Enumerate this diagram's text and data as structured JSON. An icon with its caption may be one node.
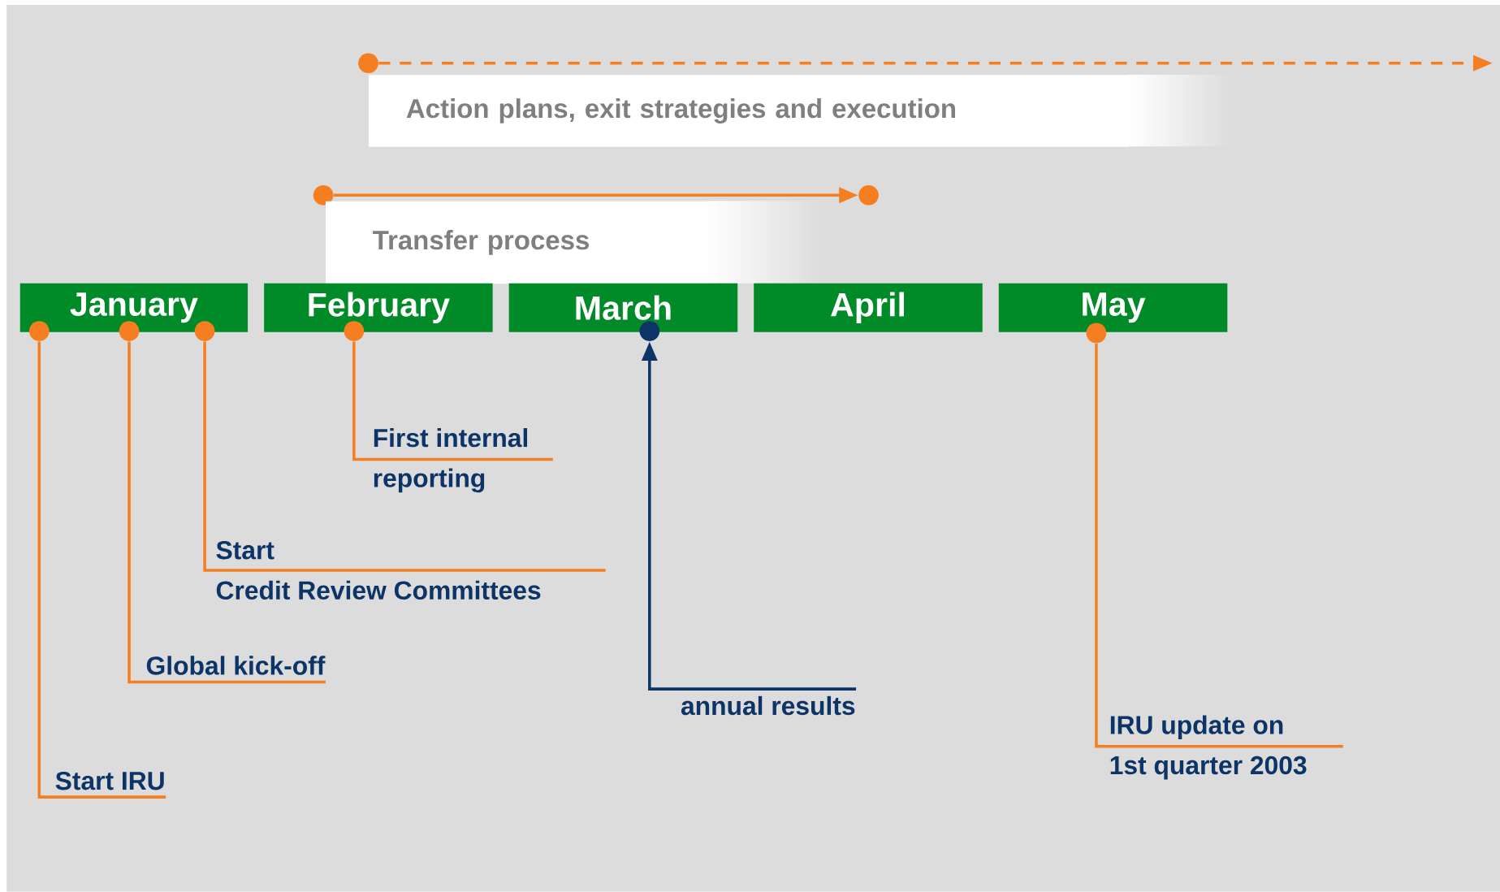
{
  "diagram": {
    "nodes": [
      {
        "text": [],
        "shape": "circle"
      },
      {
        "text": [
          "Action plans, exit strategies and execution"
        ]
      },
      {
        "text": [],
        "shape": "circle"
      },
      {
        "text": [],
        "shape": "circle"
      },
      {
        "text": [
          "Transfer process"
        ]
      },
      {
        "text": [
          "January"
        ]
      },
      {
        "text": [
          "February"
        ]
      },
      {
        "text": [
          "March"
        ]
      },
      {
        "text": [
          "April"
        ]
      },
      {
        "text": [
          "May"
        ]
      },
      {
        "text": [],
        "shape": "circle"
      },
      {
        "text": [],
        "shape": "circle"
      },
      {
        "text": [],
        "shape": "circle"
      },
      {
        "text": [],
        "shape": "circle"
      },
      {
        "text": [],
        "shape": "circle"
      },
      {
        "text": [],
        "shape": "circle"
      },
      {
        "text": [
          "Start IRU"
        ]
      },
      {
        "text": [
          "Global kick-off"
        ]
      },
      {
        "text": [
          "Start",
          "Credit Review Committees"
        ]
      },
      {
        "text": [
          "First internal",
          "reporting"
        ]
      },
      {
        "text": [
          "annual results"
        ]
      },
      {
        "text": [
          "IRU update on",
          "1st quarter 2003"
        ]
      }
    ],
    "edges": [
      {
        "from": 0,
        "to": null,
        "arrow": "to",
        "style": "dashed"
      },
      {
        "from": 2,
        "to": 3,
        "arrow": "to"
      },
      {
        "from": 10,
        "to": 16,
        "arrow": "none"
      },
      {
        "from": 11,
        "to": 17,
        "arrow": "none"
      },
      {
        "from": 12,
        "to": 18,
        "arrow": "none"
      },
      {
        "from": 13,
        "to": 19,
        "arrow": "none"
      },
      {
        "from": 20,
        "to": 14,
        "arrow": "to",
        "color": "#0d3466"
      },
      {
        "from": 15,
        "to": 21,
        "arrow": "none"
      }
    ]
  }
}
